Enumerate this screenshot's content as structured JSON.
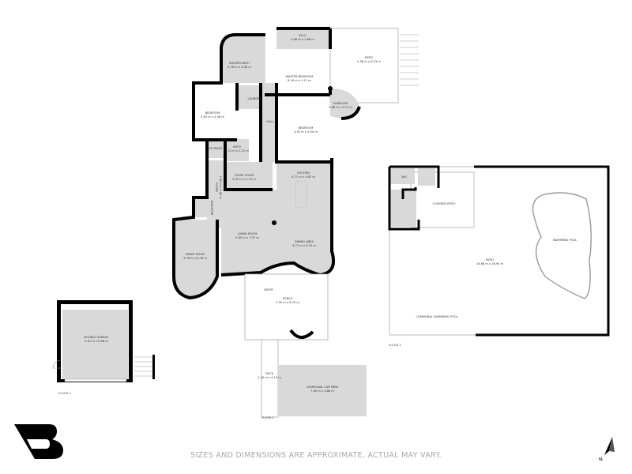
{
  "floors": {
    "floor1": {
      "label": "FLOOR 1",
      "rooms": [
        {
          "name": "DOUBLE GARAGE",
          "dims": "5.67 m x 6.98 m"
        }
      ]
    },
    "floor2": {
      "label": "FLOOR 2",
      "rooms": [
        {
          "name": "W.I.C",
          "dims": "4.86 m x 1.86 m"
        },
        {
          "name": "PATIO",
          "dims": "5.56 m x 6.13 m"
        },
        {
          "name": "MASTER BATH",
          "dims": "4.76 m x 4.28 m"
        },
        {
          "name": "MASTER BEDROOM",
          "dims": "6.16 m x 4.11 m"
        },
        {
          "name": "LAUNDRY",
          "dims": ""
        },
        {
          "name": "SUNROOM",
          "dims": "3.68 m x 3.27 m"
        },
        {
          "name": "BEDROOM",
          "dims": "5.82 m x 4.48 m"
        },
        {
          "name": "HALL",
          "dims": ""
        },
        {
          "name": "BEDROOM",
          "dims": "4.52 m x 5.54 m"
        },
        {
          "name": "STORAGE",
          "dims": ""
        },
        {
          "name": "BATH",
          "dims": "3.21 m x 2.22 m"
        },
        {
          "name": "STUDY ROOM",
          "dims": "3.35 m x 2.73 m"
        },
        {
          "name": "KITCHEN",
          "dims": "4.71 m x 4.82 m"
        },
        {
          "name": "FOYER",
          "dims": "1.85 m x 3.08 m"
        },
        {
          "name": "ELEVATOR",
          "dims": ""
        },
        {
          "name": "LIVING ROOM",
          "dims": "5.85 m x 7.07 m"
        },
        {
          "name": "DINING AREA",
          "dims": "4.71 m x 5.29 m"
        },
        {
          "name": "FAMILY ROOM",
          "dims": "3.76 m x 6.76 m"
        },
        {
          "name": "ENTRY",
          "dims": ""
        },
        {
          "name": "PORCH",
          "dims": "7.50 m x 6.70 m"
        },
        {
          "name": "DECK",
          "dims": "1.49 m x 4.13 m"
        },
        {
          "name": "COMMUNAL CAR PARK",
          "dims": "7.65 m x 4.88 m"
        }
      ]
    },
    "floor3": {
      "label": "FLOOR 3",
      "rooms": [
        {
          "name": "W/C",
          "dims": ""
        },
        {
          "name": "COVERED PATIO",
          "dims": ""
        },
        {
          "name": "SWIMMING POOL",
          "dims": ""
        },
        {
          "name": "PATIO",
          "dims": "18.68 m x 16.94 m"
        },
        {
          "name": "COMMUNAL SWIMMING POOL",
          "dims": ""
        }
      ]
    }
  },
  "footer": "SIZES AND DIMENSIONS ARE APPROXIMATE, ACTUAL MAY VARY.",
  "logo": {
    "icon": "brand-b-logo"
  },
  "compass": {
    "icon": "north-arrow-icon",
    "label": "N"
  },
  "colors": {
    "room_fill": "#d9d9d9",
    "wall": "#000000",
    "footer_text": "#a8a8a8"
  }
}
